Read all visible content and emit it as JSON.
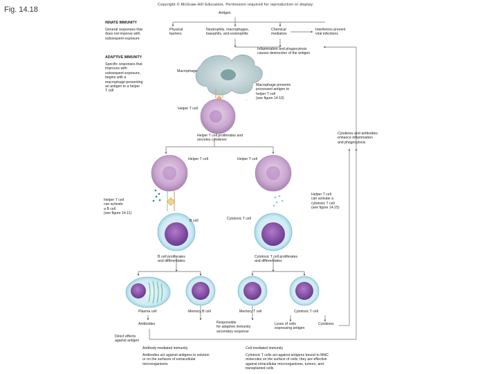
{
  "figure_label": "Fig. 14.18",
  "copyright": "Copyright © McGraw-Hill Education. Permission required for reproduction or display.",
  "antigen": "Antigen",
  "innate": {
    "heading": "INNATE IMMUNITY",
    "description": "General responses that\ndoes not improve with\nsubsequent exposure",
    "physical_barriers": "Physical\nbarriers",
    "phagocytes": "Neutrophils, macrophages,\nbasophils, and eosinophils",
    "chemical_mediators": "Chemical\nmediators",
    "interferons": "Interferons prevent\nviral infections",
    "inflammation": "Inflammation and phagocytosis\ncauses destruction of the antigen"
  },
  "adaptive": {
    "heading": "ADAPTIVE IMMUNITY",
    "description": "Specific responses that\nimproves with\nsubsequent exposure,\nbegins with a\nmacrophage presenting\nan antigen to a helper\nT cell",
    "macrophage": "Macrophage",
    "macrophage_presents": "Macrophage presents\nprocessed antigen to\nhelper T cell\n(see figure 14.10)",
    "helper_t_top": "Helper T cell",
    "helper_proliferates": "Helper T cell proliferates and\nsecretes cytokines",
    "cytokines_enhance": "Cytokines and antibodies\nenhance inflammation\nand phagocytosis",
    "helper_t_left": "Helper T cell",
    "helper_t_right": "Helper T cell",
    "helper_activates_b": "Helper T cell\ncan activate\na B cell\n(see figure 14.11)",
    "helper_activates_tc": "Helper T cell\ncan activate a\ncytotoxic T cell\n(see figure 14.15)",
    "b_cell": "B cell",
    "cytotoxic_t": "Cytotoxic T cell",
    "b_proliferates": "B cell proliferates\nand differentiates",
    "tc_proliferates": "Cytotoxic T cell proliferates\nand differentiates",
    "plasma_cell": "Plasma cell",
    "memory_b": "Memory B cell",
    "memory_t": "Memory T cell",
    "cytotoxic_t_bottom": "Cytotoxic T cell",
    "antibodies": "Antibodies",
    "responsible_secondary": "Responsible\nfor adaptive immunity\nsecondary response",
    "lyses_cells": "Lyses of cells\nexpressing antigen",
    "cytokines": "Cytokines",
    "direct_effects": "Direct effects\nagainst antigen",
    "antibody_mediated": "Antibody-mediated immunity",
    "antibody_mediated_desc": "Antibodies act against antigens in solution\nor on the surfaces of extracellular\nmicroorganisms",
    "cell_mediated": "Cell-mediated immunity",
    "cell_mediated_desc": "Cytotoxic T cells act against antigens bound to MHC\nmolecules on the surface of cells; they are effective\nagainst intracellular microorganisms, tumors, and\ntransplanted cells"
  },
  "colors": {
    "helper_cell": "#c9a6cf",
    "helper_nucleus": "#b07fbf",
    "b_cell_membrane": "#9ad3e6",
    "b_cell_nucleus": "#7d4aa0",
    "macrophage": "#b9cdd0",
    "lines": "#555555"
  }
}
